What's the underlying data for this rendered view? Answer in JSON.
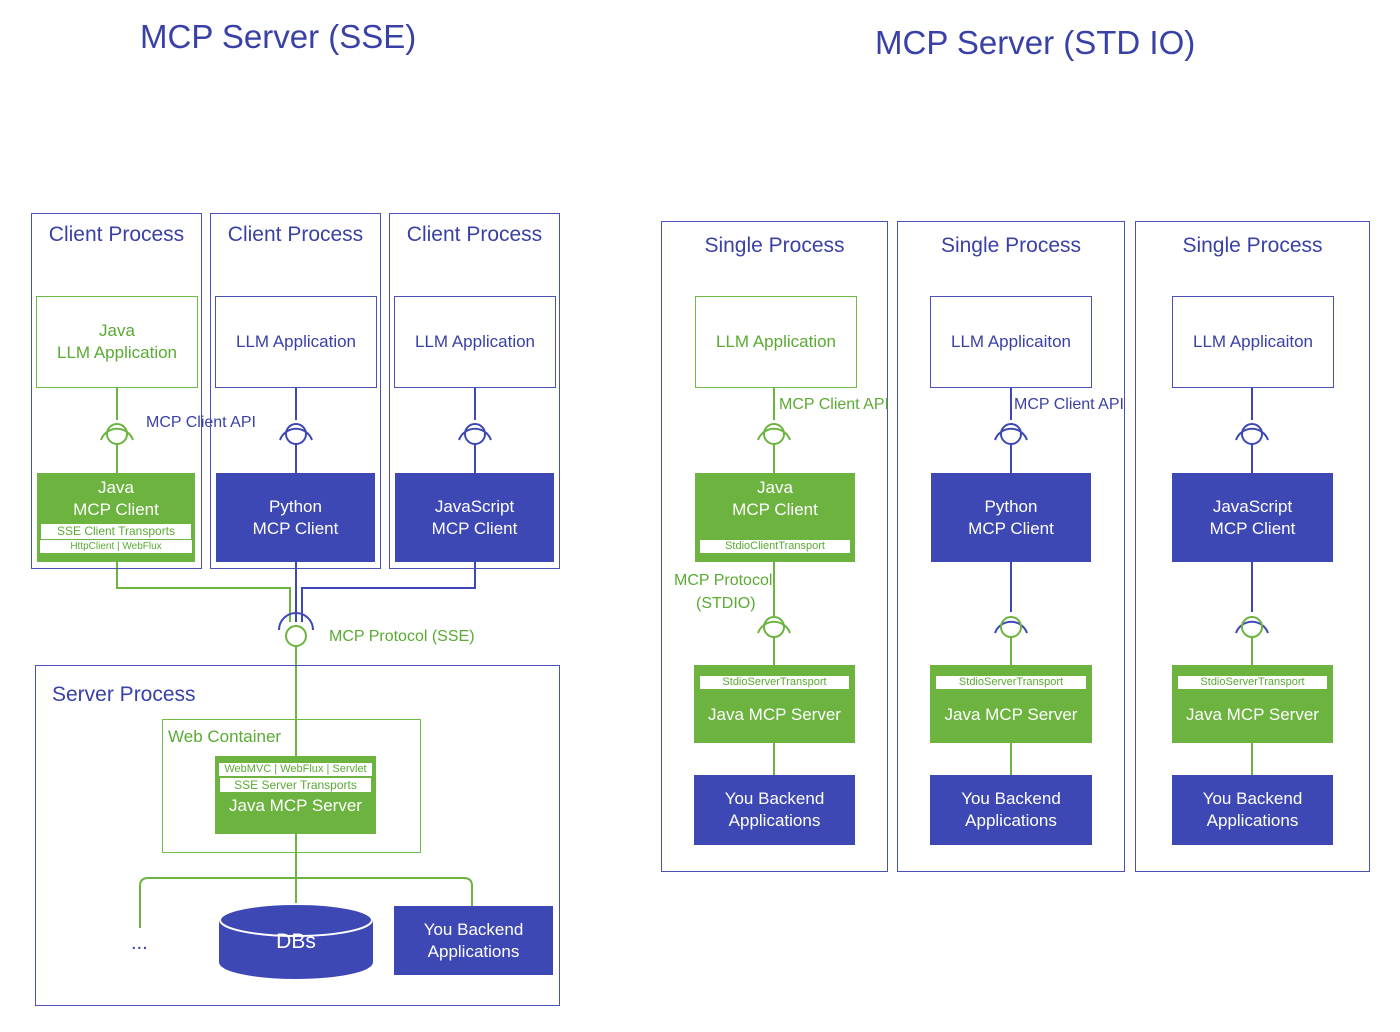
{
  "titles": {
    "sse": "MCP Server (SSE)",
    "stdio": "MCP Server (STD IO)"
  },
  "sse": {
    "clients": [
      {
        "process_label": "Client Process",
        "app_line1": "Java",
        "app_line2": "LLM Application",
        "client_line1": "Java",
        "client_line2": "MCP Client",
        "transport_label": "SSE Client Transports",
        "transport_sub": "HttpClient | WebFlux"
      },
      {
        "process_label": "Client Process",
        "app": "LLM Application",
        "client_line1": "Python",
        "client_line2": "MCP Client"
      },
      {
        "process_label": "Client Process",
        "app": "LLM Application",
        "client_line1": "JavaScript",
        "client_line2": "MCP Client"
      }
    ],
    "client_api_label": "MCP Client API",
    "protocol_label": "MCP Protocol (SSE)",
    "server": {
      "process_label": "Server Process",
      "container_label": "Web Container",
      "transport_sub": "WebMVC | WebFlux | Servlet",
      "transport_label": "SSE Server Transports",
      "server_label": "Java MCP Server",
      "ellipsis": "...",
      "db_label": "DBs",
      "backend_line1": "You Backend",
      "backend_line2": "Applications"
    }
  },
  "stdio": {
    "columns": [
      {
        "process_label": "Single Process",
        "app": "LLM Application",
        "api_label": "MCP Client API",
        "client_line1": "Java",
        "client_line2": "MCP Client",
        "client_transport": "StdioClientTransport",
        "protocol_line1": "MCP Protocol",
        "protocol_line2": "(STDIO)",
        "server_transport": "StdioServerTransport",
        "server_label": "Java MCP Server",
        "backend_line1": "You Backend",
        "backend_line2": "Applications"
      },
      {
        "process_label": "Single Process",
        "app": "LLM Applicaiton",
        "api_label": "MCP Client API",
        "client_line1": "Python",
        "client_line2": "MCP Client",
        "server_transport": "StdioServerTransport",
        "server_label": "Java MCP Server",
        "backend_line1": "You Backend",
        "backend_line2": "Applications"
      },
      {
        "process_label": "Single Process",
        "app": "LLM Applicaiton",
        "client_line1": "JavaScript",
        "client_line2": "MCP Client",
        "server_transport": "StdioServerTransport",
        "server_label": "Java MCP Server",
        "backend_line1": "You Backend",
        "backend_line2": "Applications"
      }
    ]
  },
  "colors": {
    "blue": "#3d48b4",
    "green": "#6cb33f",
    "title_blue": "#3a41a6"
  }
}
